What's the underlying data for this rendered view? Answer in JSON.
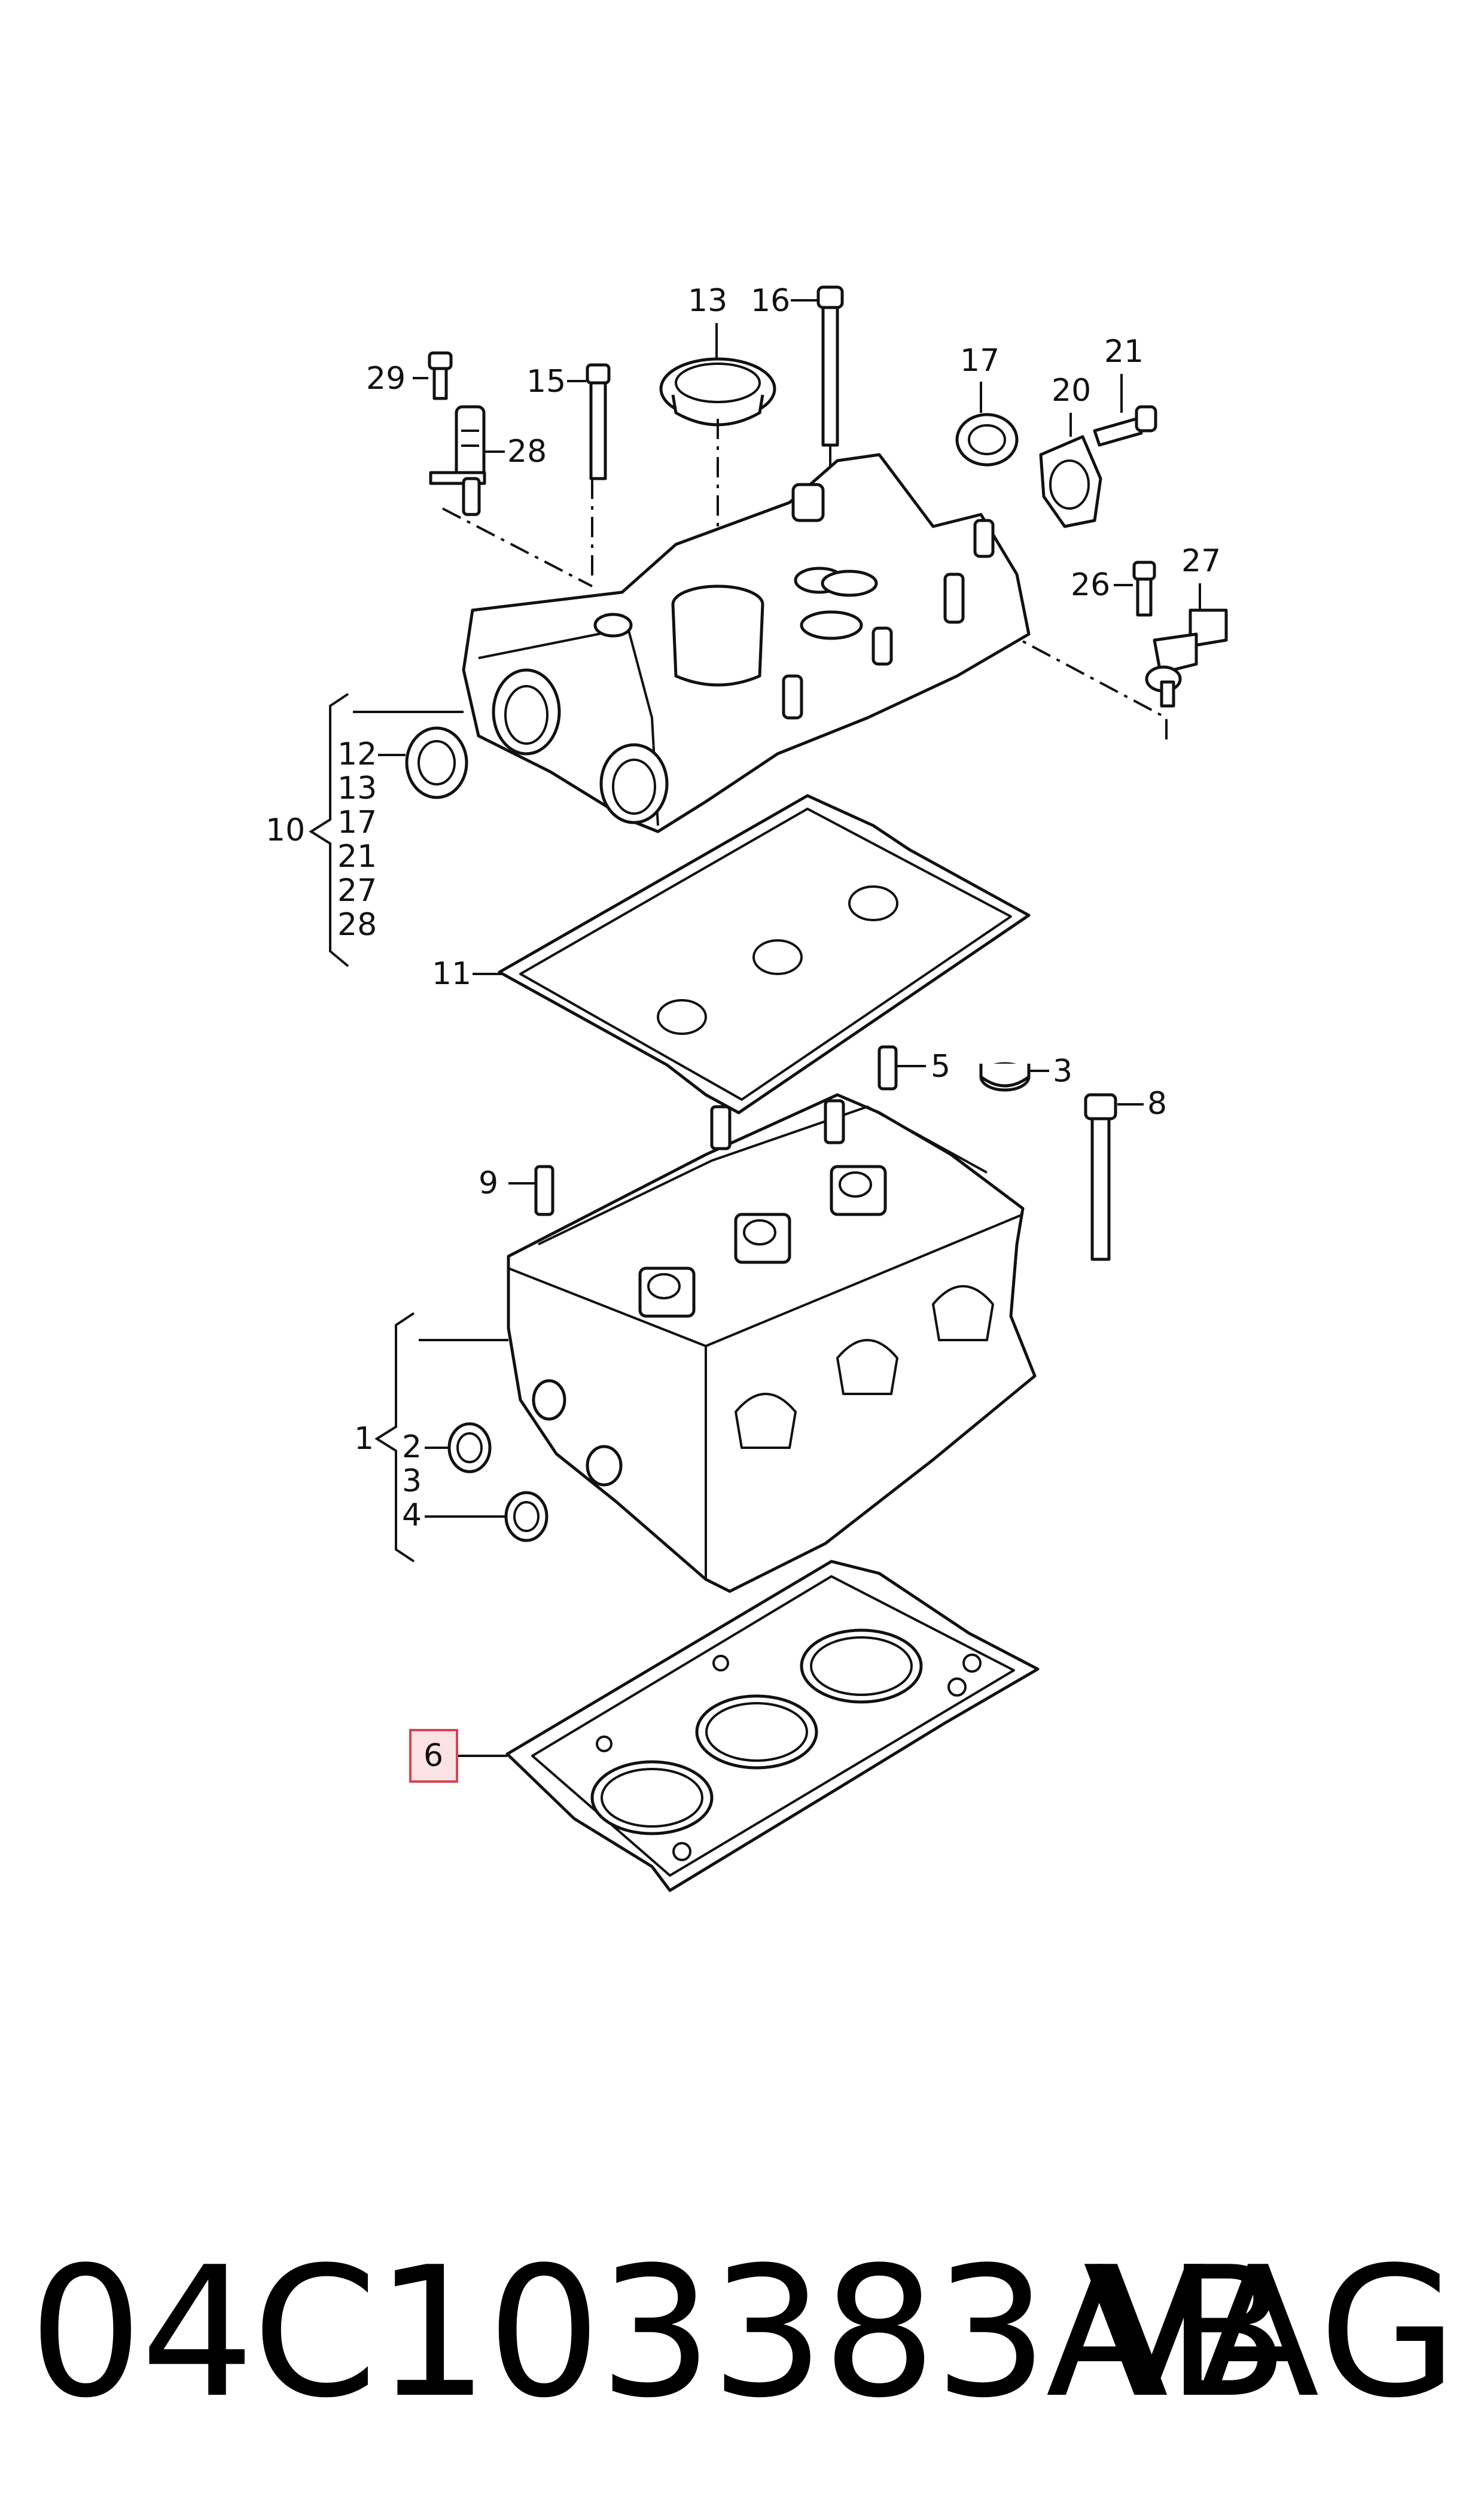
{
  "callouts": {
    "c1": "1",
    "c2": "2",
    "c3": "3",
    "c3b": "3",
    "c4": "4",
    "c5": "5",
    "c6": "6",
    "c8": "8",
    "c9": "9",
    "c10": "10",
    "c11": "11",
    "c12": "12",
    "c13": "13",
    "c13b": "13",
    "c15": "15",
    "c16": "16",
    "c17": "17",
    "c17b": "17",
    "c20": "20",
    "c21": "21",
    "c21b": "21",
    "c26": "26",
    "c27": "27",
    "c27b": "27",
    "c28": "28",
    "c28b": "28",
    "c29": "29"
  },
  "highlight": {
    "part": "6",
    "color": "#d9434e",
    "fill": "#fbe3e5"
  },
  "footer": {
    "part_number": "04C103383AB",
    "brand": "VAG"
  }
}
